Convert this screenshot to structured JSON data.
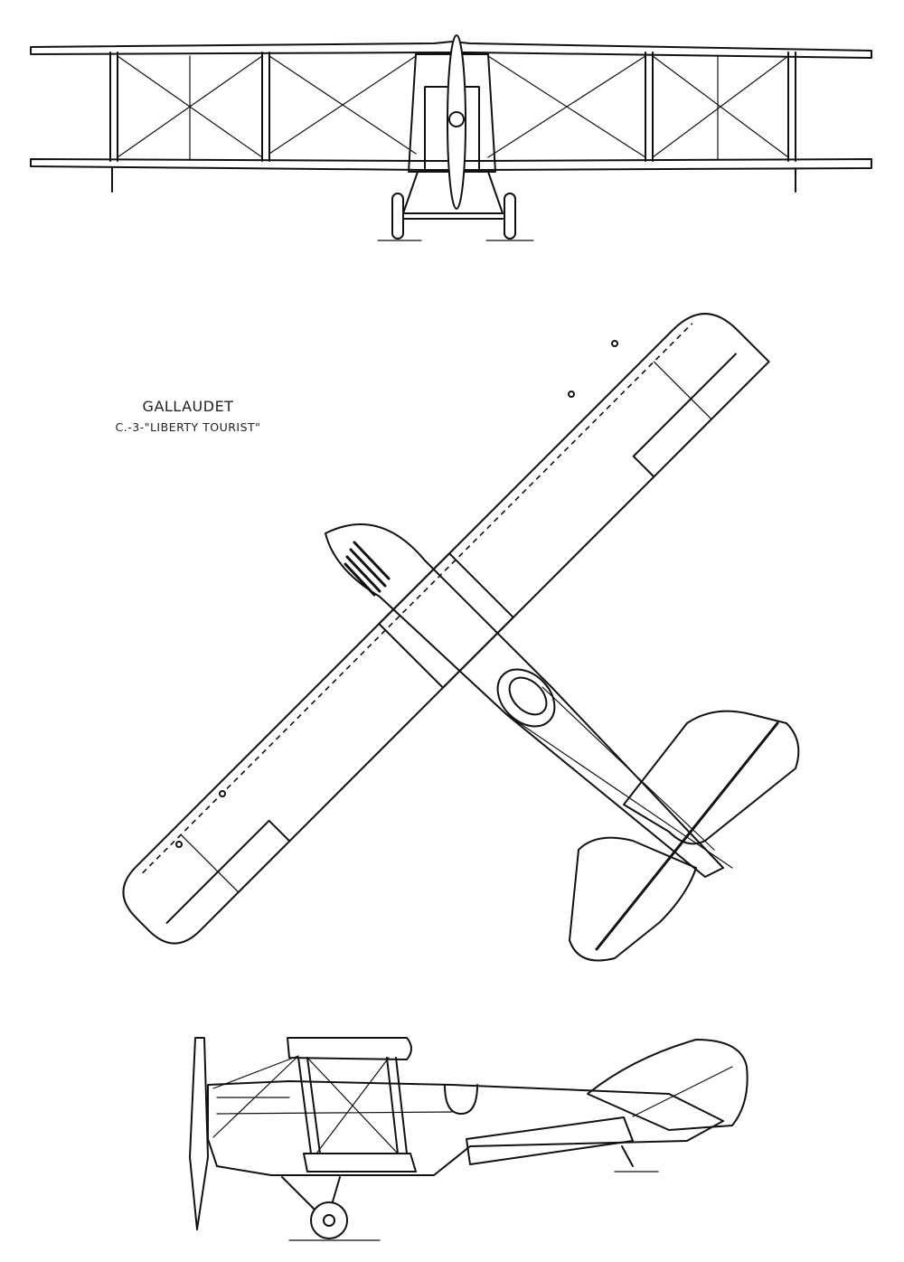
{
  "drawing": {
    "title": "GALLAUDET",
    "subtitle": "C.-3-\"LIBERTY TOURIST\""
  },
  "views": [
    "front-view",
    "plan-view",
    "side-view"
  ],
  "colors": {
    "ink": "#111111",
    "paper": "#ffffff"
  }
}
